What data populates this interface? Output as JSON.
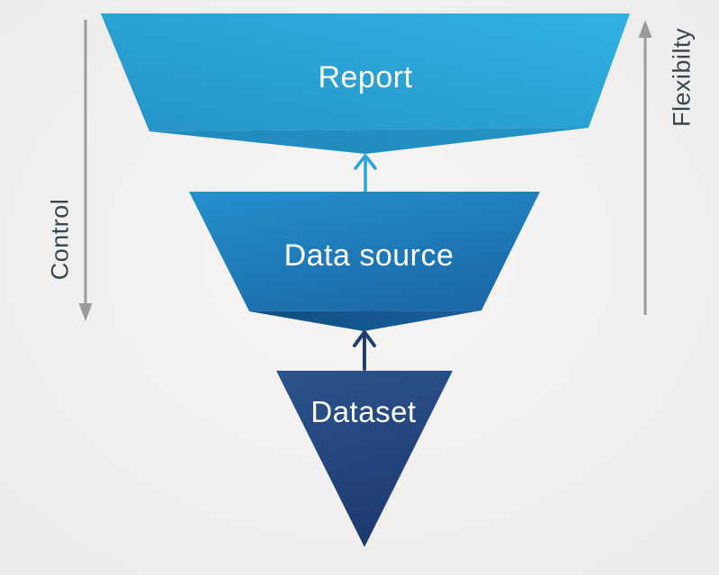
{
  "funnel": {
    "label_color": "#ffffff",
    "layers": [
      {
        "label": "Report",
        "face_from": "#2593c5",
        "face_to": "#30b1e4",
        "under_from": "#1f89ba",
        "under_to": "#2493c4"
      },
      {
        "label": "Data source",
        "face_from": "#2491cd",
        "face_to": "#1c6aa9",
        "under_from": "#114e83",
        "under_to": "#185f9a"
      },
      {
        "label": "Dataset",
        "face_from": "#2c538c",
        "face_to": "#1e3b70"
      }
    ],
    "connectors": [
      {
        "name": "data-source-to-report",
        "color": "#2ba4d7"
      },
      {
        "name": "dataset-to-data-source",
        "color": "#1d3e6f"
      }
    ]
  },
  "axes": {
    "left": {
      "label": "Control",
      "direction": "down",
      "arrow_color": "#9b9b9b",
      "label_color": "#37474f"
    },
    "right": {
      "label": "Flexibilty",
      "direction": "up",
      "arrow_color": "#9b9b9b",
      "label_color": "#37474f"
    }
  },
  "background": {
    "center": "#f7f6f5",
    "edge": "#edebe9"
  }
}
